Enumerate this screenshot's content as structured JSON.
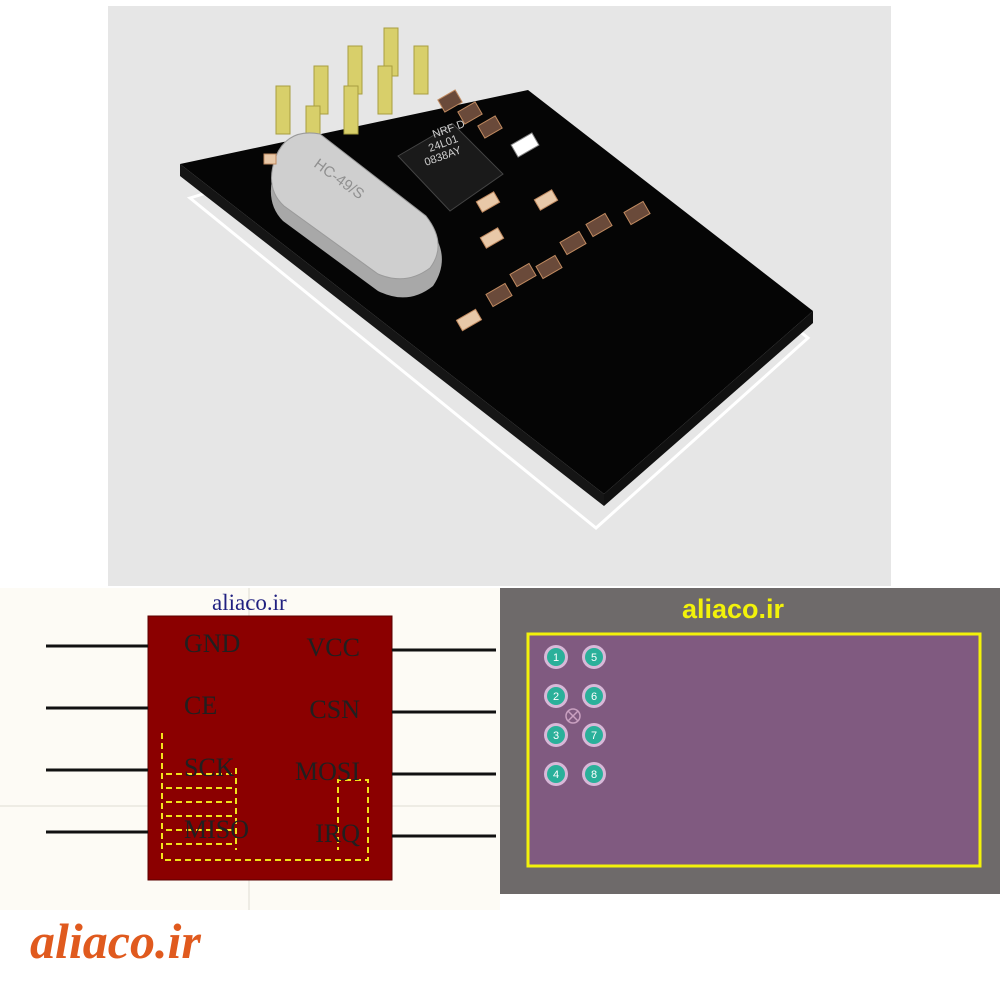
{
  "render_3d": {
    "crystal_marking": "HC-49/S",
    "chip_marking": [
      "NRF D",
      "24L01",
      "0838AY"
    ]
  },
  "schematic": {
    "watermark": "aliaco.ir",
    "pins_left": [
      "GND",
      "CE",
      "SCK",
      "MISO"
    ],
    "pins_right": [
      "VCC",
      "CSN",
      "MOSI",
      "IRQ"
    ],
    "body_color": "#8b0000",
    "pin_text_color": "#202020"
  },
  "footprint": {
    "watermark": "aliaco.ir",
    "pads": [
      "1",
      "2",
      "3",
      "4",
      "5",
      "6",
      "7",
      "8"
    ],
    "board_color": "#805a80",
    "outline_color": "#f2f20a",
    "pad_color": "#2ab09a"
  },
  "brand": {
    "text": "aliaco.ir",
    "color": "#e05a1e"
  }
}
